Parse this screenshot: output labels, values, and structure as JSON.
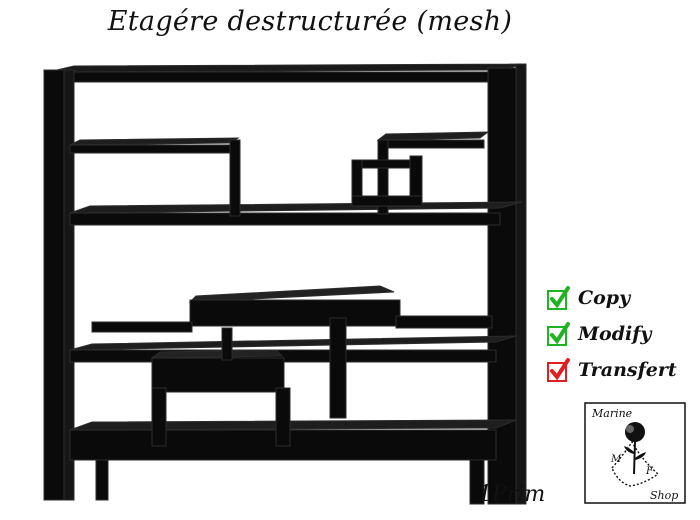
{
  "product": {
    "title": "Etagére destructurée (mesh)",
    "prim_count_label": "1Prim"
  },
  "permissions": [
    {
      "label": "Copy",
      "icon": "checkbox-check-green-icon",
      "color": "#22b322"
    },
    {
      "label": "Modify",
      "icon": "checkbox-check-green-icon",
      "color": "#22b322"
    },
    {
      "label": "Transfert",
      "icon": "checkbox-check-red-icon",
      "color": "#e02020"
    }
  ],
  "logo": {
    "top_text": "Marine",
    "left_initial": "M",
    "right_initial": "F",
    "bottom_text": "Shop",
    "icon": "rose-icon"
  },
  "colors": {
    "furniture": "#0a0a0a",
    "background": "#ffffff"
  }
}
